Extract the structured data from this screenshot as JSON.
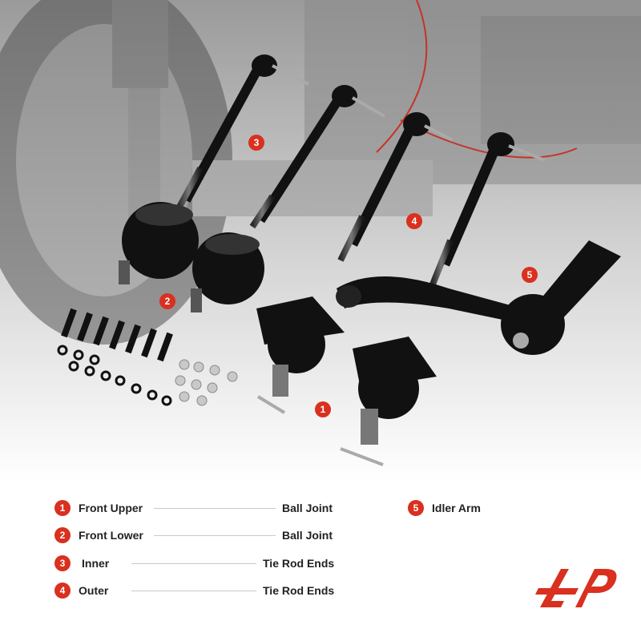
{
  "callouts": [
    "3",
    "4",
    "5",
    "2",
    "1"
  ],
  "legend": [
    {
      "num": "1",
      "name": "Front Upper",
      "type": "Ball Joint"
    },
    {
      "num": "2",
      "name": "Front Lower",
      "type": "Ball Joint"
    },
    {
      "num": "3",
      "name": "Inner",
      "type": "Tie Rod Ends"
    },
    {
      "num": "4",
      "name": "Outer",
      "type": "Tie Rod Ends"
    },
    {
      "num": "5",
      "name": "Idler Arm",
      "type": ""
    }
  ],
  "colors": {
    "accent": "#d9301f",
    "text": "#222222",
    "parts": "#111111"
  }
}
